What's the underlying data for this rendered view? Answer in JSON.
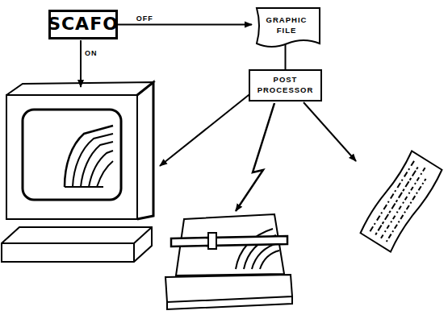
{
  "diagram": {
    "nodes": [
      {
        "text": [
          "SCAFO"
        ]
      },
      {
        "text": [
          "GRAPHIC FILE"
        ]
      },
      {
        "text": [
          "POST PROCESSOR"
        ]
      }
    ],
    "edges": [
      {
        "from": 0,
        "to": 1,
        "arrow": "to",
        "label": "OFF"
      },
      {
        "from": 1,
        "to": 2,
        "arrow": "none"
      }
    ],
    "labels": [
      "ON"
    ]
  }
}
